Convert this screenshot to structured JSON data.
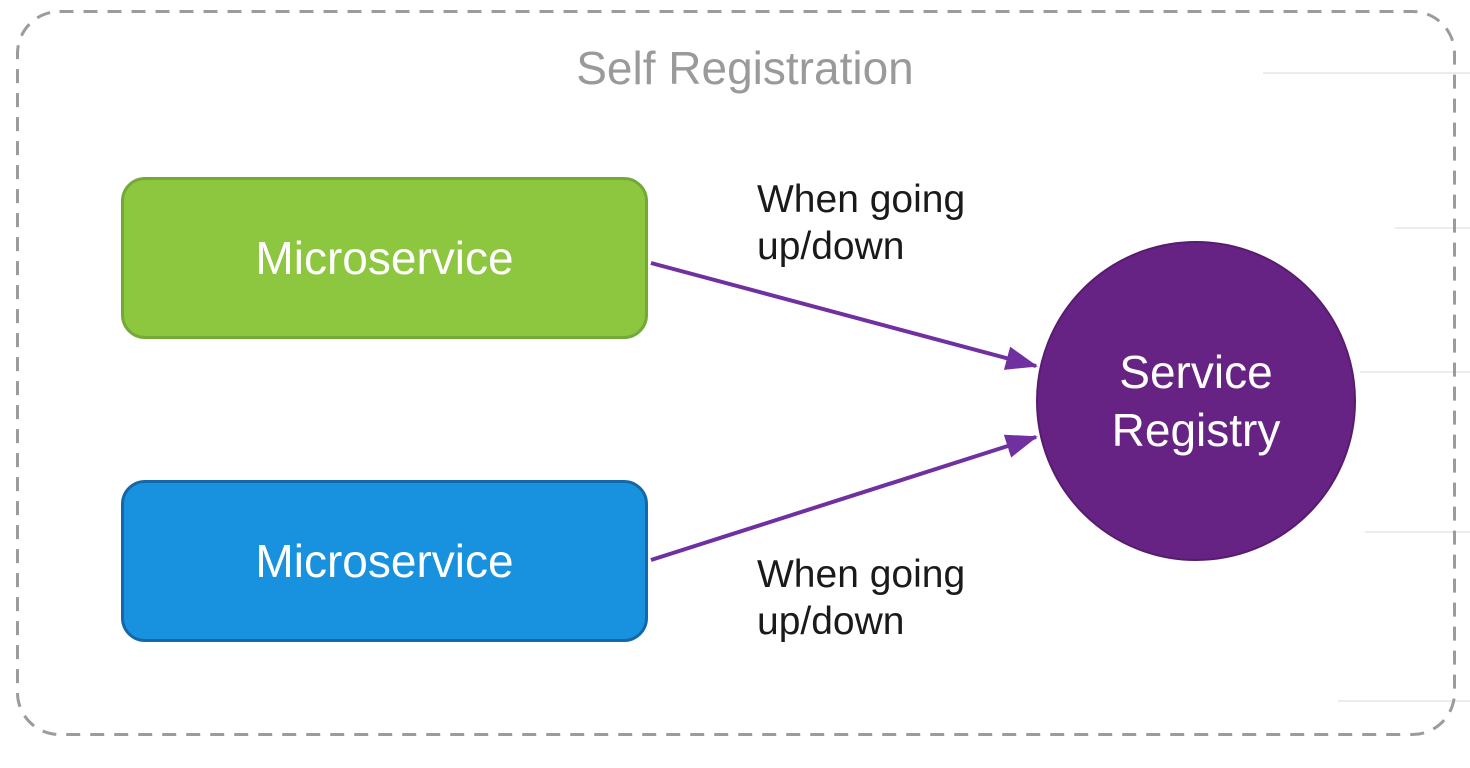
{
  "diagram": {
    "title": "Self Registration",
    "nodes": [
      {
        "id": "microservice-top",
        "label": "Microservice",
        "shape": "rounded-rect",
        "fill_key": "green"
      },
      {
        "id": "microservice-bottom",
        "label": "Microservice",
        "shape": "rounded-rect",
        "fill_key": "blue"
      },
      {
        "id": "service-registry",
        "label": "Service Registry",
        "label_lines": [
          "Service",
          "Registry"
        ],
        "shape": "circle",
        "fill_key": "purple"
      }
    ],
    "edges": [
      {
        "from": "microservice-top",
        "to": "service-registry",
        "label_lines": [
          "When going",
          "up/down"
        ]
      },
      {
        "from": "microservice-bottom",
        "to": "service-registry",
        "label_lines": [
          "When going",
          "up/down"
        ]
      }
    ]
  },
  "colors": {
    "green-fill": "#8DC63F",
    "green-border": "#73A937",
    "blue-fill": "#1892DE",
    "blue-border": "#1468A9",
    "purple-fill": "#662383",
    "purple-border": "#571C6F",
    "arrow": "#70309F",
    "title-text": "#9A9A9A",
    "label-text": "#1A1A1A",
    "node-text": "#FFFFFF",
    "dashed-border": "#9B9B9B",
    "faint-line": "#ECECEC"
  }
}
